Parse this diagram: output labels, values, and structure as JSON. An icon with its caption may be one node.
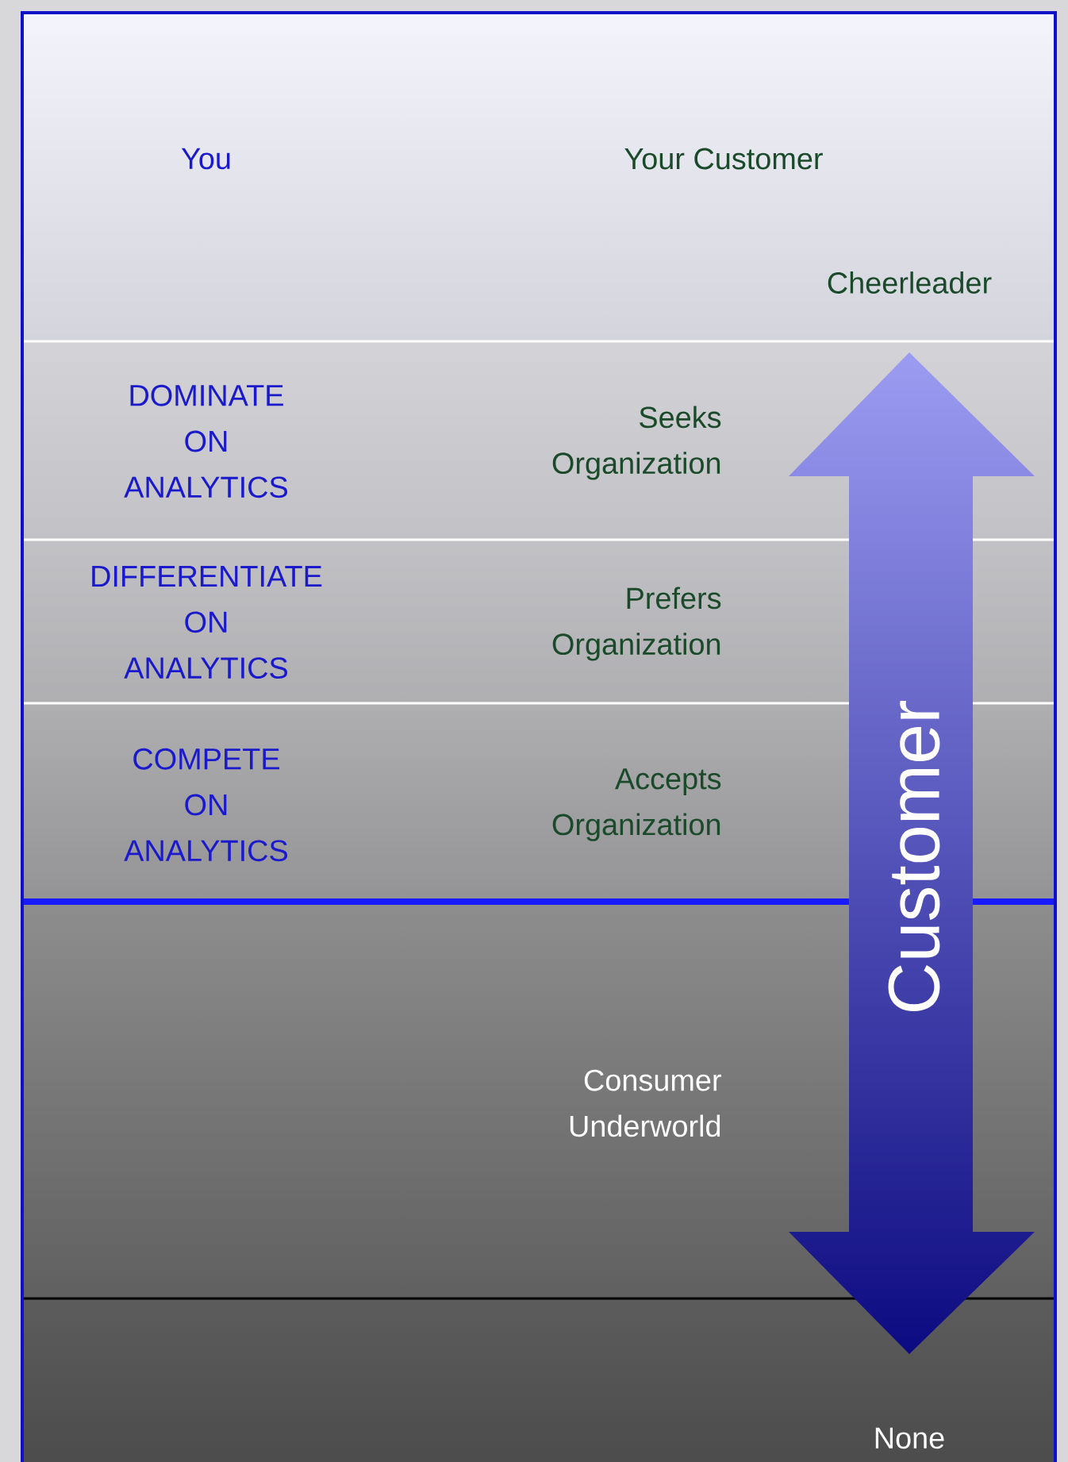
{
  "diagram": {
    "nodes": [
      {
        "text": [
          "You",
          "Your Customer",
          "Cheerleader"
        ]
      },
      {
        "text": [
          "DOMINATE ON ANALYTICS",
          "Seeks Organization"
        ]
      },
      {
        "text": [
          "DIFFERENTIATE ON ANALYTICS",
          "Prefers Organization"
        ]
      },
      {
        "text": [
          "COMPETE ON ANALYTICS",
          "Accepts Organization"
        ]
      },
      {
        "text": [
          "Consumer Underworld"
        ]
      },
      {
        "text": [
          "None"
        ]
      }
    ],
    "labels": [
      "Customer"
    ]
  }
}
